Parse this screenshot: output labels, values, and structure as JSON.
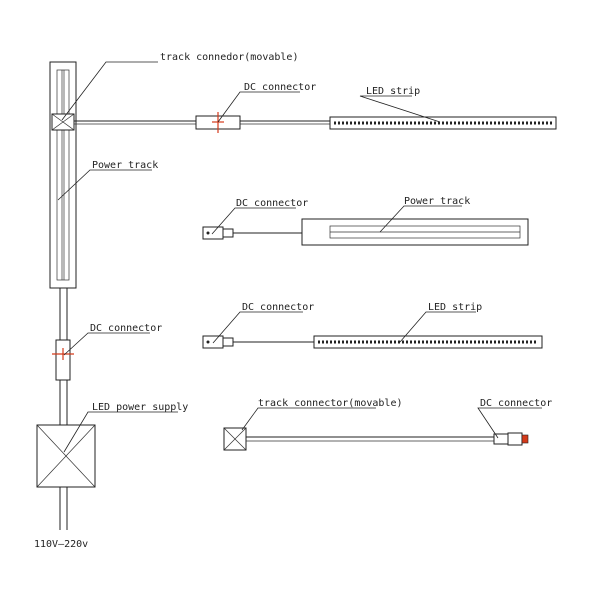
{
  "labels": {
    "track_connector_top": "track connedor(movable)",
    "dc_connector_top": "DC connector",
    "led_strip_top": "LED strip",
    "power_track_left": "Power track",
    "dc_connector_mid1": "DC connector",
    "power_track_mid": "Power track",
    "dc_connector_mid2": "DC connector",
    "led_strip_mid": "LED strip",
    "dc_connector_left": "DC connector",
    "led_power_supply": "LED power supply",
    "track_connector_bottom": "track connector(movable)",
    "dc_connector_bottom": "DC connector",
    "voltage": "110V—220v"
  },
  "colors": {
    "line": "#222222",
    "accent": "#d43a1a"
  }
}
